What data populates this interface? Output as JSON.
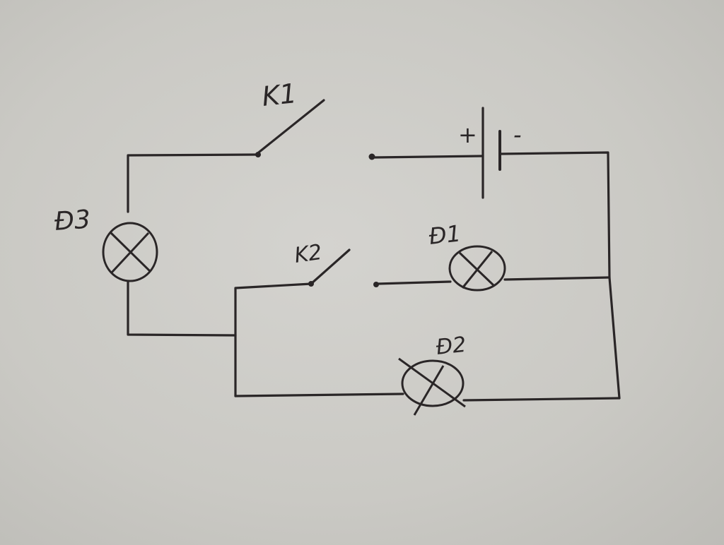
{
  "diagram": {
    "labels": {
      "switch_1": "K1",
      "switch_2": "K2",
      "lamp_1": "Đ1",
      "lamp_2": "Đ2",
      "lamp_3": "Đ3",
      "battery_plus": "+",
      "battery_minus": "-"
    }
  }
}
